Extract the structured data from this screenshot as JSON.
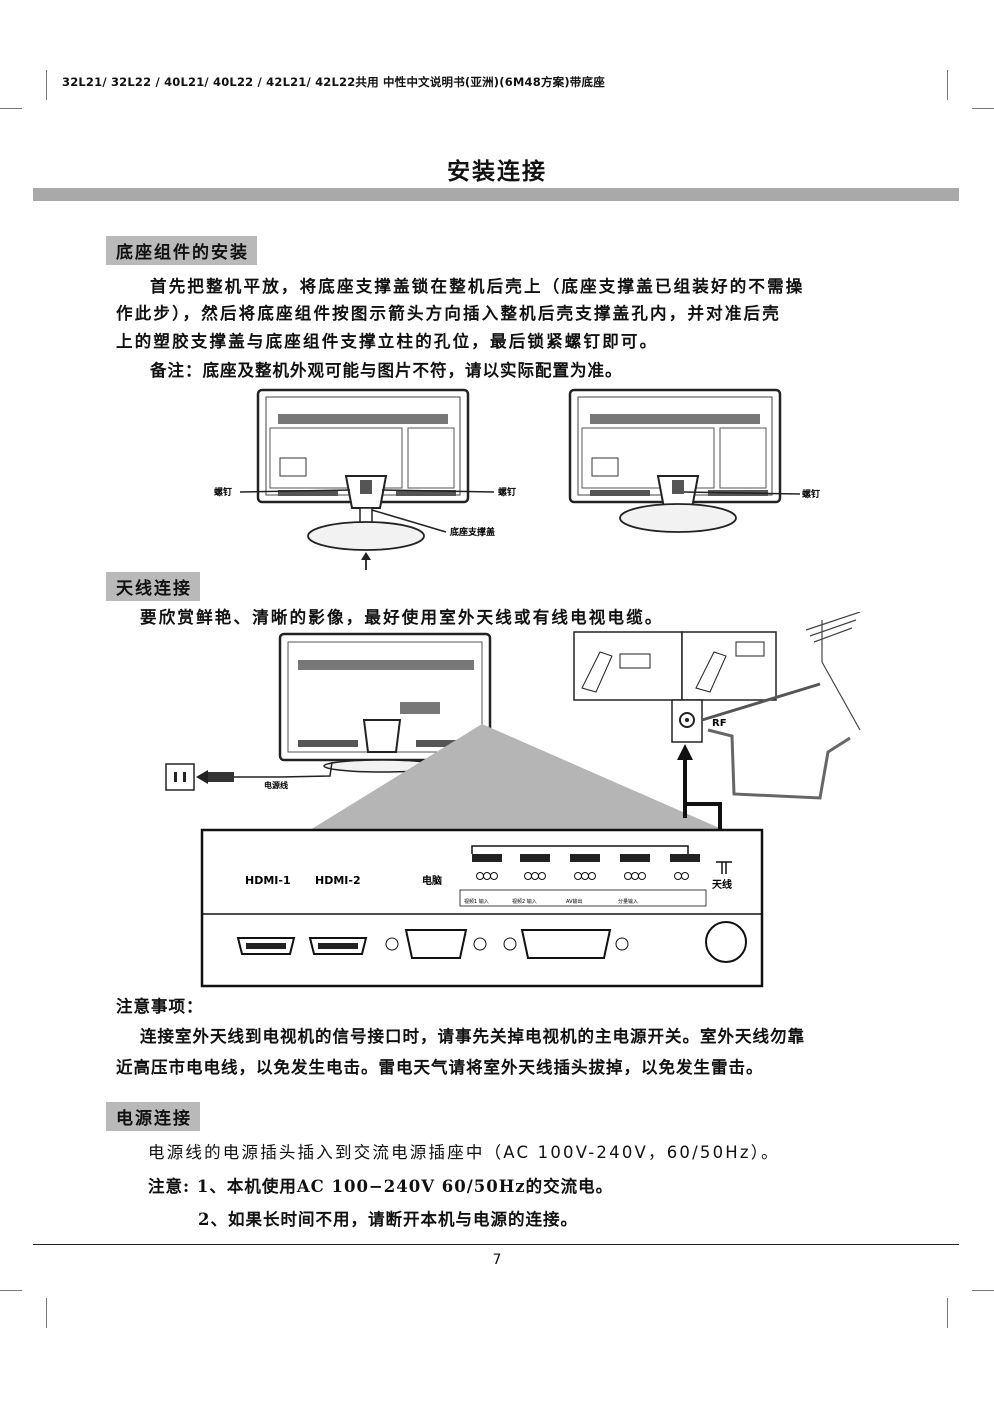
{
  "header": {
    "text": "32L21/ 32L22 / 40L21/ 40L22 / 42L21/ 42L22共用 中性中文说明书(亚洲)(6M48方案)带底座"
  },
  "page_title": "安装连接",
  "section_stand": {
    "label": "底座组件的安装",
    "lines": [
      "首先把整机平放，将底座支撑盖锁在整机后壳上（底座支撑盖已组装好的不需操",
      "作此步），然后将底座组件按图示箭头方向插入整机后壳支撑盖孔内，并对准后壳",
      "上的塑胶支撑盖与底座组件支撑立柱的孔位，最后锁紧螺钉即可。"
    ],
    "note": "备注：底座及整机外观可能与图片不符，请以实际配置为准。",
    "diagram": {
      "screw_left": "螺钉",
      "screw_right": "螺钉",
      "screw_right2": "螺钉",
      "cover_label": "底座支撑盖"
    }
  },
  "section_antenna": {
    "label": "天线连接",
    "line": "要欣赏鲜艳、清晰的影像，最好使用室外天线或有线电视电缆。",
    "diagram": {
      "power_cord": "电源线",
      "rf": "RF",
      "hdmi1": "HDMI-1",
      "hdmi2": "HDMI-2",
      "pc": "电脑",
      "antenna": "天线",
      "av_groups": [
        "视频1 输入",
        "视频2 输入",
        "AV输出",
        "分量输入",
        ""
      ]
    }
  },
  "section_notes": {
    "title": "注意事项：",
    "lines": [
      "连接室外天线到电视机的信号接口时，请事先关掉电视机的主电源开关。室外天线勿靠",
      "近高压市电电线，以免发生电击。雷电天气请将室外天线插头拔掉，以免发生雷击。"
    ]
  },
  "section_power": {
    "label": "电源连接",
    "line": "电源线的电源插头插入到交流电源插座中（AC 100V-240V，60/50Hz）。",
    "note1": "注意: 1、本机使用AC 100−240V 60/50Hz的交流电。",
    "note2": "2、如果长时间不用，请断开本机与电源的连接。"
  },
  "page_number": "7"
}
